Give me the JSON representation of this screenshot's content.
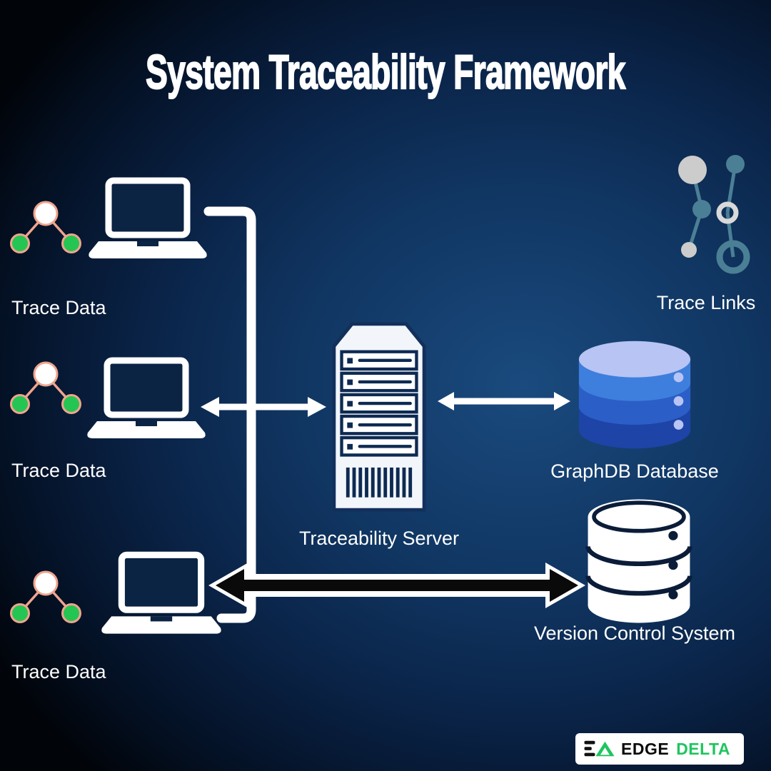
{
  "title": "System Traceability Framework",
  "nodes": {
    "trace_data_1": {
      "label": "Trace Data",
      "icon": "molecule-nodes-icon"
    },
    "trace_data_2": {
      "label": "Trace Data",
      "icon": "molecule-nodes-icon"
    },
    "trace_data_3": {
      "label": "Trace Data",
      "icon": "molecule-nodes-icon"
    },
    "traceability_server": {
      "label": "Traceability Server",
      "icon": "server-rack-icon"
    },
    "trace_links": {
      "label": "Trace Links",
      "icon": "network-graph-icon"
    },
    "graphdb": {
      "label": "GraphDB Database",
      "icon": "database-cylinder-icon"
    },
    "version_control": {
      "label": "Version Control System",
      "icon": "database-stack-icon"
    }
  },
  "connections": [
    {
      "from": "trace_data_1",
      "to": "traceability_server",
      "style": "white-elbow-line"
    },
    {
      "from": "trace_data_2",
      "to": "traceability_server",
      "style": "white-double-arrow"
    },
    {
      "from": "trace_data_3",
      "to": "traceability_server",
      "style": "white-elbow-line"
    },
    {
      "from": "traceability_server",
      "to": "graphdb",
      "style": "white-double-arrow"
    },
    {
      "from": "trace_data_3",
      "to": "version_control",
      "style": "black-double-arrow"
    }
  ],
  "footer": {
    "brand_edge": "EDGE",
    "brand_delta": "DELTA"
  },
  "colors": {
    "background_dark": "#010409",
    "background_light": "#1a4a7e",
    "white": "#ffffff",
    "navy": "#0b2444",
    "node_green": "#25c553",
    "node_coral": "#f0a48e",
    "link_teal": "#4b7f95",
    "link_gray": "#cccccc",
    "db_top": "#b7c4f4",
    "db_band1": "#3e7edd",
    "db_band2": "#2b5ec7",
    "db_band3": "#1d44a6",
    "brand_green": "#1fc55f"
  }
}
